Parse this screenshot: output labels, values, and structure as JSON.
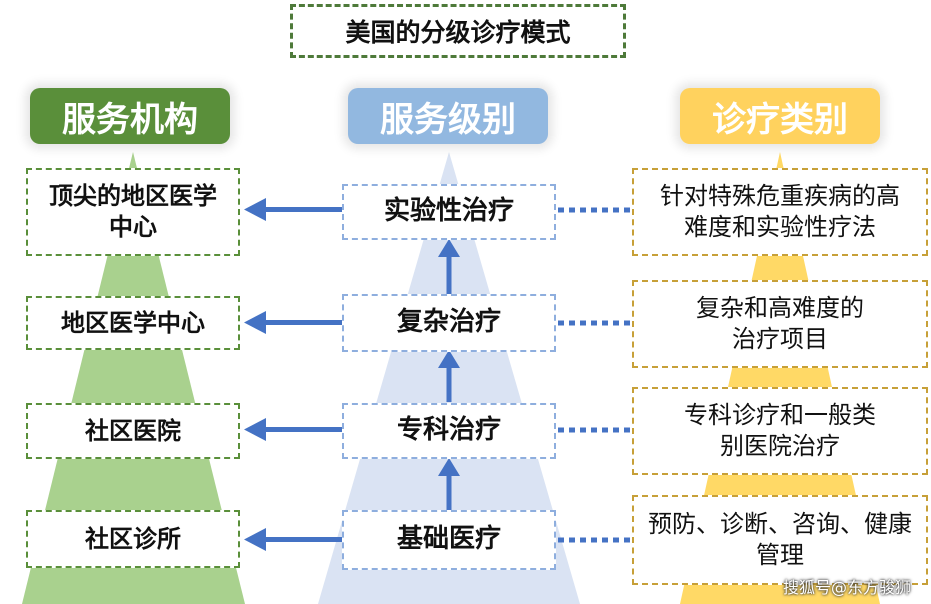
{
  "title": "美国的分级诊疗模式",
  "headers": {
    "institutions": "服务机构",
    "levels": "服务级别",
    "categories": "诊疗类别"
  },
  "institutions": [
    "顶尖的地区医学中心",
    "地区医学中心",
    "社区医院",
    "社区诊所"
  ],
  "levels": [
    "实验性治疗",
    "复杂治疗",
    "专科治疗",
    "基础医疗"
  ],
  "categories": [
    "针对特殊危重疾病的高难度和实验性疗法",
    "复杂和高难度的治疗项目",
    "专科诊疗和一般类别医院治疗",
    "预防、诊断、咨询、健康管理"
  ],
  "watermark": "搜狐号@东方骏狮",
  "colors": {
    "green": "#a9d18e",
    "green_dark": "#5a8f3a",
    "blue": "#dae3f3",
    "blue_dark": "#92b8e0",
    "yellow": "#ffd966",
    "arrow": "#4472c4"
  }
}
